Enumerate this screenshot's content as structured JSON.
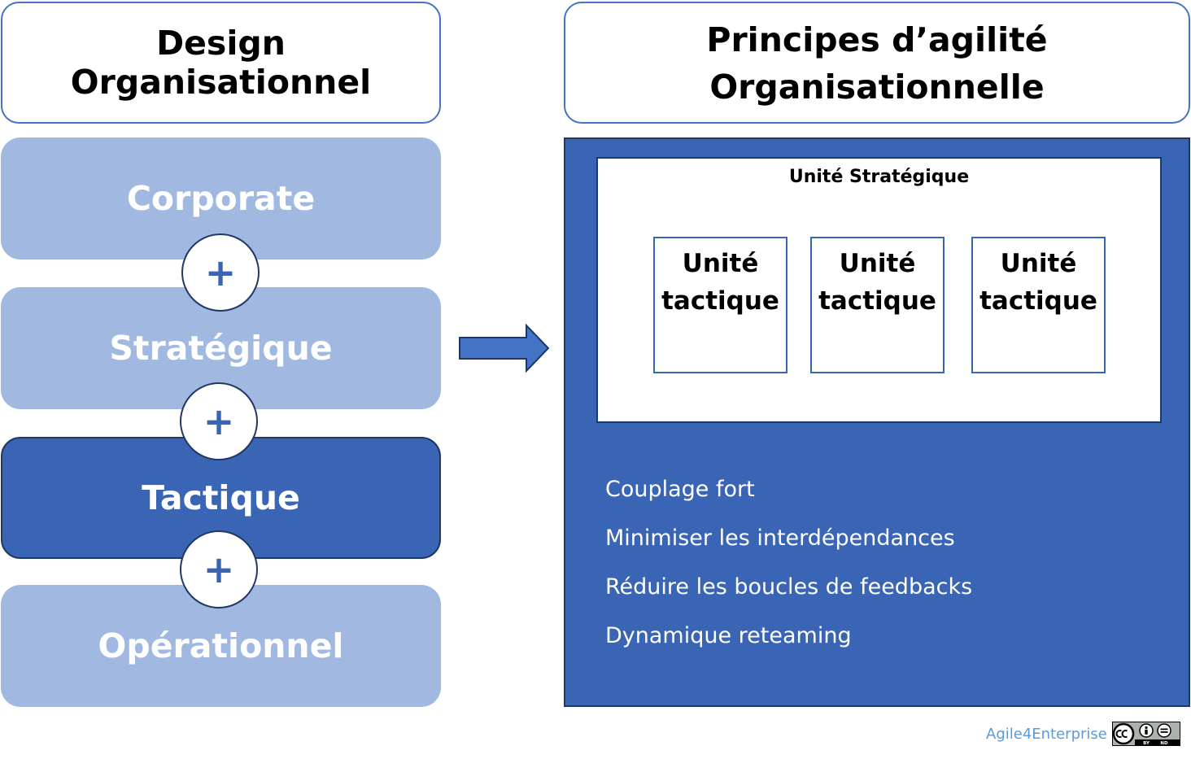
{
  "left": {
    "title": "Design Organisationnel",
    "levels": [
      {
        "label": "Corporate",
        "active": false
      },
      {
        "label": "Stratégique",
        "active": false
      },
      {
        "label": "Tactique",
        "active": true
      },
      {
        "label": "Opérationnel",
        "active": false
      }
    ],
    "connector_symbol": "+"
  },
  "right": {
    "title_line1": "Principes d’agilité",
    "title_line2": "Organisationnelle",
    "strategic_unit_label": "Unité Stratégique",
    "tactic_units": [
      {
        "line1": "Unité",
        "line2": "tactique"
      },
      {
        "line1": "Unité",
        "line2": "tactique"
      },
      {
        "line1": "Unité",
        "line2": "tactique"
      }
    ],
    "principles": [
      "Couplage fort",
      "Minimiser les interdépendances",
      "Réduire les boucles de feedbacks",
      "Dynamique reteaming"
    ]
  },
  "footer": {
    "credit": "Agile4Enterprise",
    "license_icon": "cc-by-nd-icon"
  },
  "colors": {
    "light_blue": "#a1b8e1",
    "dark_blue": "#3a65b4",
    "border_navy": "#1f3864",
    "accent_blue": "#4472c4",
    "credit_blue": "#5b9bd5"
  }
}
